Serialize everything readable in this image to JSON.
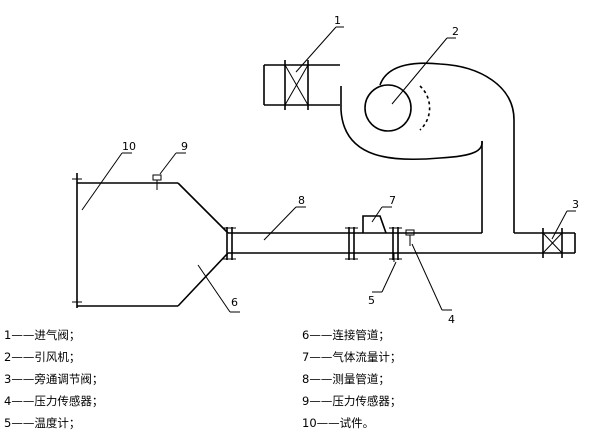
{
  "callouts": [
    "1",
    "2",
    "3",
    "4",
    "5",
    "6",
    "7",
    "8",
    "9",
    "10"
  ],
  "legend": {
    "left": [
      "1——进气阀；",
      "2——引风机；",
      "3——旁通调节阀；",
      "4——压力传感器；",
      "5——温度计；"
    ],
    "right": [
      "6——连接管道；",
      "7——气体流量计；",
      "8——测量管道；",
      "9——压力传感器；",
      "10——试件。"
    ]
  }
}
